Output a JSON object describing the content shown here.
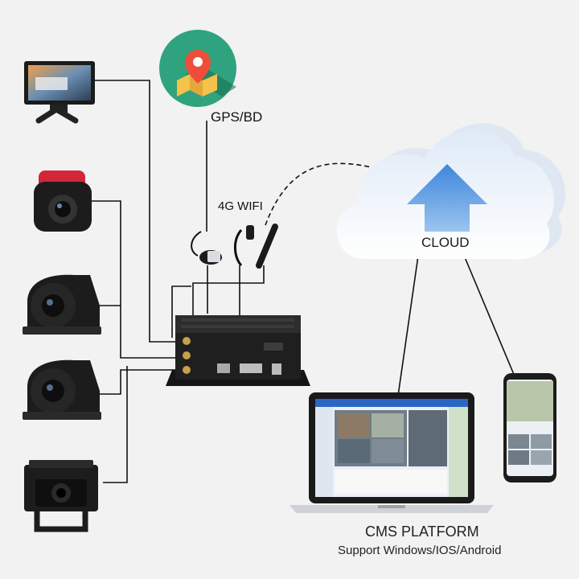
{
  "labels": {
    "gps": "GPS/BD",
    "wifi": "4G WIFI",
    "cloud": "CLOUD",
    "cms_title": "CMS PLATFORM",
    "cms_subtitle": "Support Windows/IOS/Android"
  },
  "colors": {
    "background": "#f2f2f2",
    "gps_circle": "#2fa37e",
    "cloud_arrow": "#4a90e2",
    "device_body": "#1c1c1c"
  },
  "icons": [
    "map-pin-icon",
    "upload-arrow-icon"
  ]
}
